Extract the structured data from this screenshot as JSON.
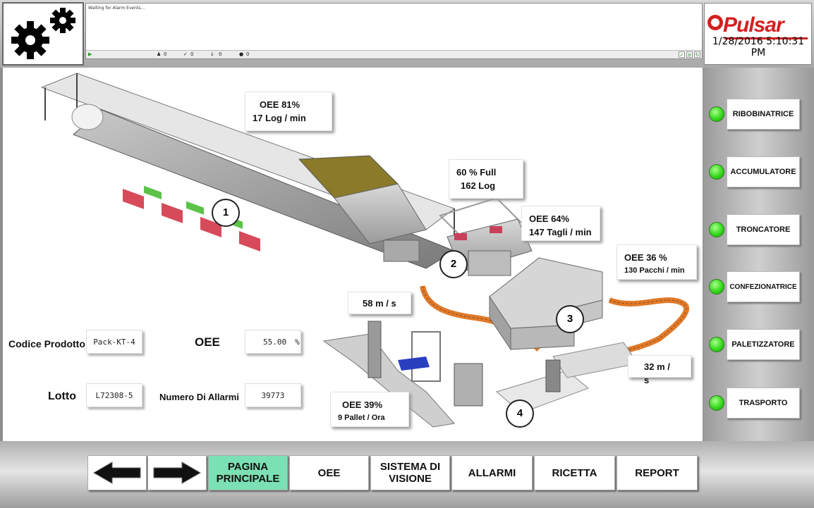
{
  "alarm_banner": {
    "message": "Waiting for Alarm Events...",
    "counters": [
      {
        "icon": "bell-icon",
        "value": "0"
      },
      {
        "icon": "acknowledge-icon",
        "value": "0"
      },
      {
        "icon": "arrow-icon",
        "value": "0"
      },
      {
        "icon": "circle-icon",
        "value": "0"
      }
    ]
  },
  "brand": {
    "logo_text": "Pulsar",
    "color": "#d42020"
  },
  "datetime": "1/28/2016 5:10:31 PM",
  "stations": [
    {
      "label": "RIBOBINATRICE",
      "status_color": "#35d91c"
    },
    {
      "label": "ACCUMULATORE",
      "status_color": "#35d91c"
    },
    {
      "label": "TRONCATORE",
      "status_color": "#35d91c"
    },
    {
      "label": "CONFEZIONATRICE",
      "status_color": "#35d91c"
    },
    {
      "label": "PALETIZZATORE",
      "status_color": "#35d91c"
    },
    {
      "label": "TRASPORTO",
      "status_color": "#35d91c"
    }
  ],
  "plant": {
    "line1": {
      "number": "1",
      "oee": "OEE 81%",
      "rate": "17 Log / min"
    },
    "accumulator": {
      "fill": "60 % Full",
      "count": "162 Log"
    },
    "line2": {
      "number": "2",
      "oee": "OEE 64%",
      "rate": "147 Tagli / min"
    },
    "line3": {
      "number": "3",
      "oee": "OEE 36 %",
      "rate": "130 Pacchi / min"
    },
    "line4": {
      "number": "4",
      "oee": "OEE 39%",
      "rate": "9 Pallet / Ora"
    },
    "conveyor_speed_a": "58 m / s",
    "conveyor_speed_b": "32 m / s"
  },
  "product": {
    "code_label": "Codice Prodotto",
    "code_value": "Pack-KT-4",
    "lot_label": "Lotto",
    "lot_value": "L72308-5",
    "oee_label": "OEE",
    "oee_value": "55.00",
    "oee_unit": "%",
    "alarms_label": "Numero Di Allarmi",
    "alarms_value": "39773"
  },
  "nav": {
    "home": "PAGINA PRINCIPALE",
    "oee": "OEE",
    "vision": "SISTEMA DI VISIONE",
    "alarms": "ALLARMI",
    "recipe": "RICETTA",
    "report": "REPORT"
  },
  "accent_color": "#7be0b3"
}
